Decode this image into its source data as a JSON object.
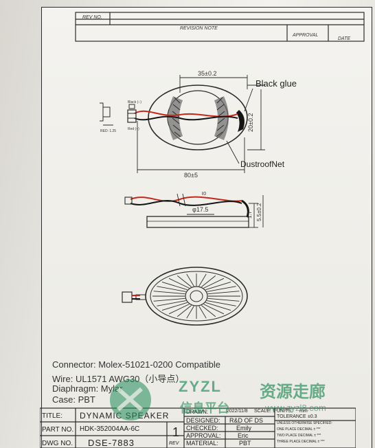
{
  "revision_table": {
    "rev_no": "REV NO.",
    "revision_note": "REVISION NOTE",
    "approval": "APPROVAL",
    "date": "DATE"
  },
  "dimensions": {
    "width_top": "35±0.2",
    "height_right": "20±0.2",
    "wire_length": "80±5",
    "diameter": "φ17.5",
    "thickness_small": "1.7",
    "thickness_total": "5.5±0.2",
    "wire_marker": "ℓ0"
  },
  "callouts": {
    "black_glue": "Black glue",
    "dustproof_net": "DustroofNet",
    "black_minus": "Black (−)",
    "red_plus": "Red (+)",
    "connector_pin": "RED: 1.25"
  },
  "spec_notes": {
    "connector": "Connector: Molex-51021-0200 Compatible",
    "wire": "Wire: UL1571  AWG30（小导点）",
    "diaphragm": "Diaphragm: Mylar",
    "case": "Case: PBT"
  },
  "title_block": {
    "title_label": "TITLE:",
    "title_value": "DYNAMIC SPEAKER",
    "part_label": "PART NO.",
    "part_value": "HDK-352004AA-6C",
    "dwg_label": "DWG NO.",
    "dwg_value": "DSE-7883",
    "sheet_number": "1",
    "rev_label": "REV",
    "drawn_label": "DRAWN:",
    "drawn_date": "2022/11/8",
    "scale_label": "SCALE: 1",
    "designed_label": "DESIGNED:",
    "designed_value": "R&D OF DS",
    "checked_label": "CHECKED:",
    "checked_value": "Emily",
    "approval_label": "APPROVAL:",
    "approval_value": "Eric",
    "material_label": "MATERIAL:",
    "material_value": "PBT",
    "units_label": "UNITS:",
    "units_value": "mm",
    "tolerance_label": "TOLERANCE",
    "tolerance_value": "±0.3",
    "unless_note": "UNLESS OTHERWISE SPECIFIED:",
    "one_place": "ONE  PLACE DECIMAL ±  ***",
    "two_place": "TWO  PLACE DECIMAL ±  ***",
    "three_place": "THREE  PLACE DECIMAL ±  ***"
  },
  "watermark": {
    "brand": "ZYZL",
    "cn_main": "资源走廊",
    "cn_sub": "信息平台",
    "site": "www.zyzl8.com"
  },
  "colors": {
    "ink": "#2a2a2a",
    "wire_red": "#c4281c",
    "wire_black": "#151515",
    "watermark_green": "#1f8a57"
  }
}
